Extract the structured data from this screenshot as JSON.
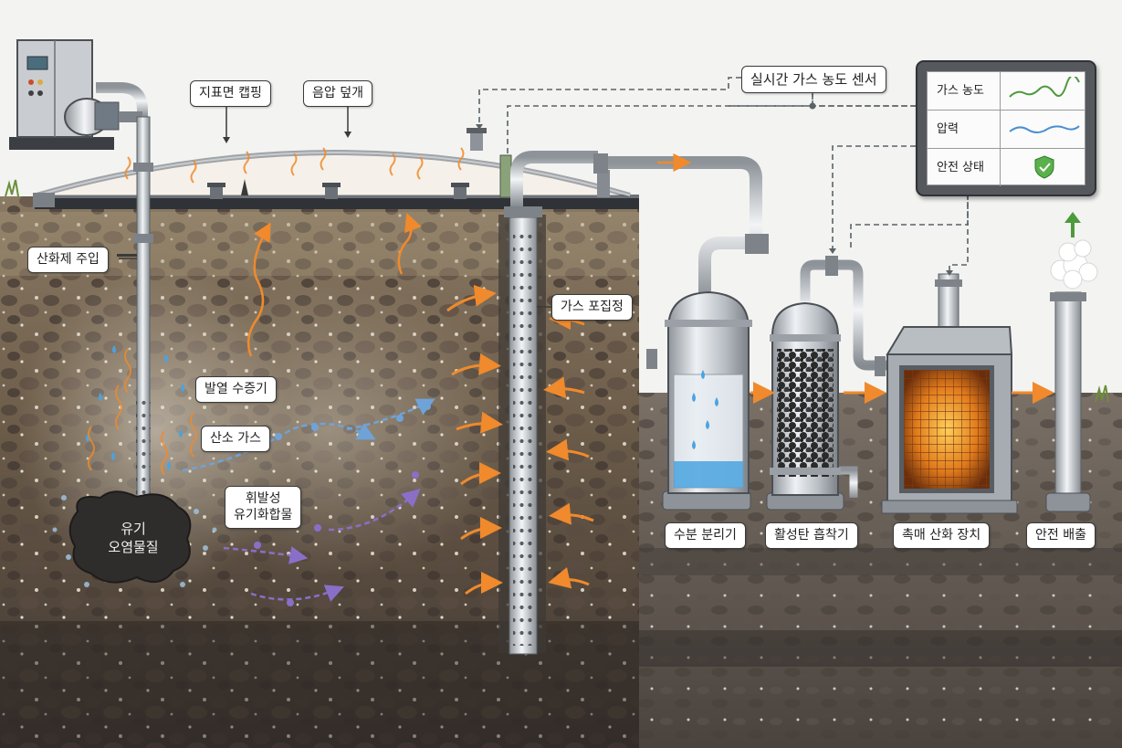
{
  "labels": {
    "surface_capping": "지표면 캡핑",
    "negative_pressure_cover": "음압 덮개",
    "realtime_sensor": "실시간 가스 농도 센서",
    "oxidant_injection": "산화제 주입",
    "gas_collection_well": "가스 포집정",
    "exothermic_vapor": "발열 수증기",
    "oxygen_gas": "산소 가스",
    "voc_line1": "휘발성",
    "voc_line2": "유기화합물",
    "contaminant_line1": "유기",
    "contaminant_line2": "오염물질",
    "moisture_separator": "수분 분리기",
    "activated_carbon_adsorber": "활성탄 흡착기",
    "catalytic_oxidizer": "촉매 산화 장치",
    "safe_discharge": "안전 배출"
  },
  "monitor": {
    "rows": [
      {
        "label": "가스 농도",
        "icon": "green-trend-line"
      },
      {
        "label": "압력",
        "icon": "blue-wave-line"
      },
      {
        "label": "안전 상태",
        "icon": "shield-check-icon"
      }
    ]
  },
  "colors": {
    "heat_arrows": "#f08a2c",
    "oxygen_flow": "#6fa3d8",
    "voc_flow": "#8a6fc8",
    "sensor_line": "#4c9a3c",
    "water": "#4aa3e0",
    "catalyst_glow": "#f5a623",
    "exhaust_arrow": "#4c9a3c"
  }
}
